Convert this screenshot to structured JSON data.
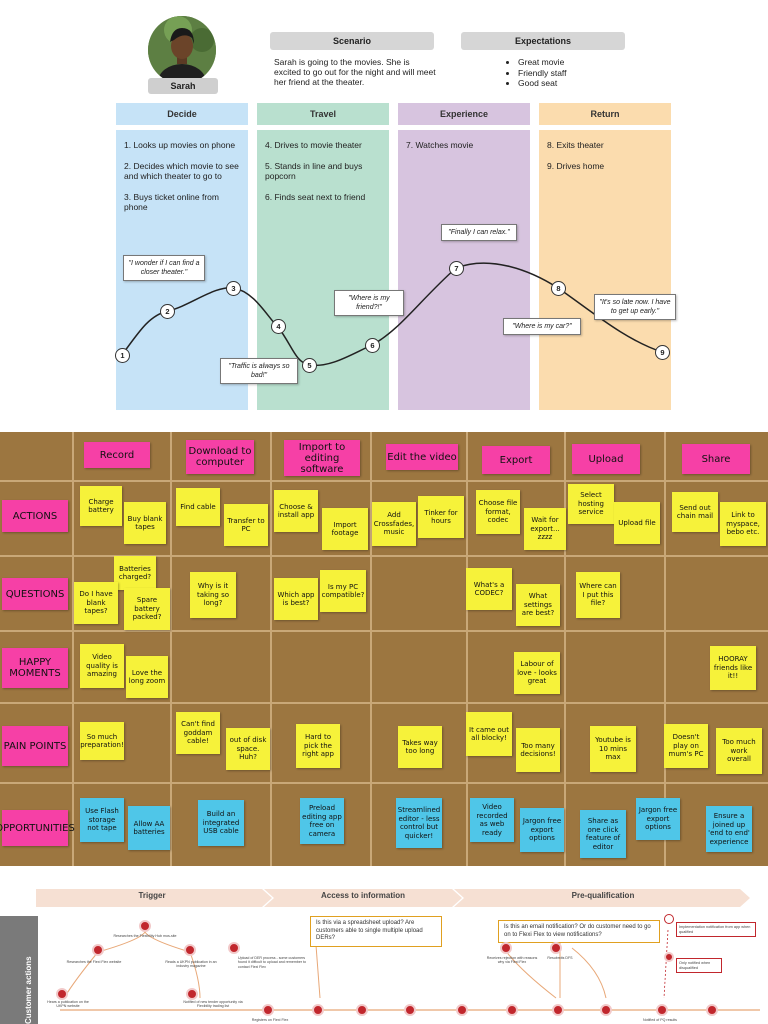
{
  "journey": {
    "persona_name": "Sarah",
    "scenario_title": "Scenario",
    "scenario_text": "Sarah is going to the movies. She is excited to go out for the night and will meet her friend at the theater.",
    "expectations_title": "Expectations",
    "expectations": [
      "Great movie",
      "Friendly staff",
      "Good seat"
    ],
    "colors": {
      "decide": "#c6e3f7",
      "travel": "#b9e0cf",
      "experience": "#d7c4df",
      "return": "#fbdcae"
    },
    "stages": [
      {
        "label": "Decide",
        "steps": [
          "1.  Looks up movies on phone",
          "2.  Decides which movie to see and which theater to go to",
          "3.  Buys ticket online from phone"
        ]
      },
      {
        "label": "Travel",
        "steps": [
          "4.  Drives to movie theater",
          "5.  Stands in line and buys popcorn",
          "6.  Finds seat next to friend"
        ]
      },
      {
        "label": "Experience",
        "steps": [
          "7.  Watches movie"
        ]
      },
      {
        "label": "Return",
        "steps": [
          "8.  Exits theater",
          "9.  Drives home"
        ]
      }
    ],
    "quotes": [
      "\"I wonder if I can find a closer theater.\"",
      "\"Traffic is always so bad!\"",
      "\"Where is my friend?!\"",
      "\"Finally I can relax.\"",
      "\"Where is my car?\"",
      "\"It's so late now. I have to get up early.\""
    ],
    "nodes": [
      "1",
      "2",
      "3",
      "4",
      "5",
      "6",
      "7",
      "8",
      "9"
    ]
  },
  "board": {
    "columns": [
      "Record",
      "Download to computer",
      "Import to editing software",
      "Edit the video",
      "Export",
      "Upload",
      "Share"
    ],
    "rows": [
      "ACTIONS",
      "QUESTIONS",
      "HAPPY MOMENTS",
      "PAIN POINTS",
      "OPPORTUNITIES"
    ],
    "actions": [
      "Charge battery",
      "Buy blank tapes",
      "Find cable",
      "Transfer to PC",
      "Choose & install app",
      "Import footage",
      "Add Crossfades, music",
      "Tinker for hours",
      "Choose file format, codec",
      "Wait for export... zzzz",
      "Select hosting service",
      "Upload file",
      "Send out chain mail",
      "Link to myspace, bebo etc."
    ],
    "questions": [
      "Batteries charged?",
      "Do I have blank tapes?",
      "Spare battery packed?",
      "Why is it taking so long?",
      "Which app is best?",
      "Is my PC compatible?",
      "What's a CODEC?",
      "What settings are best?",
      "Where can I put this file?"
    ],
    "happy": [
      "Video quality is amazing",
      "Love the long zoom",
      "Labour of love - looks great",
      "HOORAY friends like it!!"
    ],
    "pain": [
      "So much preparation!",
      "Can't find goddam cable!",
      "out of disk space. Huh?",
      "Hard to pick the right app",
      "Takes way too long",
      "It came out all blocky!",
      "Too many decisions!",
      "Youtube is 10 mins max",
      "Doesn't play on mum's PC",
      "Too much work overall"
    ],
    "opps": [
      "Use Flash storage not tape",
      "Allow AA batteries",
      "Build an integrated USB cable",
      "Preload editing app free on camera",
      "Streamlined editor - less control but quicker!",
      "Video recorded as web ready",
      "Jargon free export options",
      "Share as one click feature of editor",
      "Jargon free export options",
      "Ensure a joined up 'end to end' experience"
    ]
  },
  "flow": {
    "phases": [
      "Trigger",
      "Access to information",
      "Pre-qualification"
    ],
    "lane_label": "Customer actions",
    "question1": "Is this via a spreadsheet upload? Are customers able to single multiple upload DERs?",
    "question2": "Is this an email notification? Or do customer need to go on to Flexi Flex to view notifications?",
    "note1": "Implementation notification from app when qualified",
    "note2": "Only notified when disqualified",
    "steps": [
      "Researches the Flexibility Hub mos-site",
      "Researches the Flexi Flex website",
      "Reads a UKPN publication in an industry magazine",
      "Hears a publication on the UKPN website",
      "Notified of new tender opportunity via Flexibility trading list",
      "Upload of DER process - some customers found it difficult to upload and remember to contact Flexi Flex",
      "Receives rejection with reasons why via Flexi Flex",
      "Resubmits DFS",
      "Registers on Flexi Flex",
      "Notified of PQ results"
    ]
  }
}
